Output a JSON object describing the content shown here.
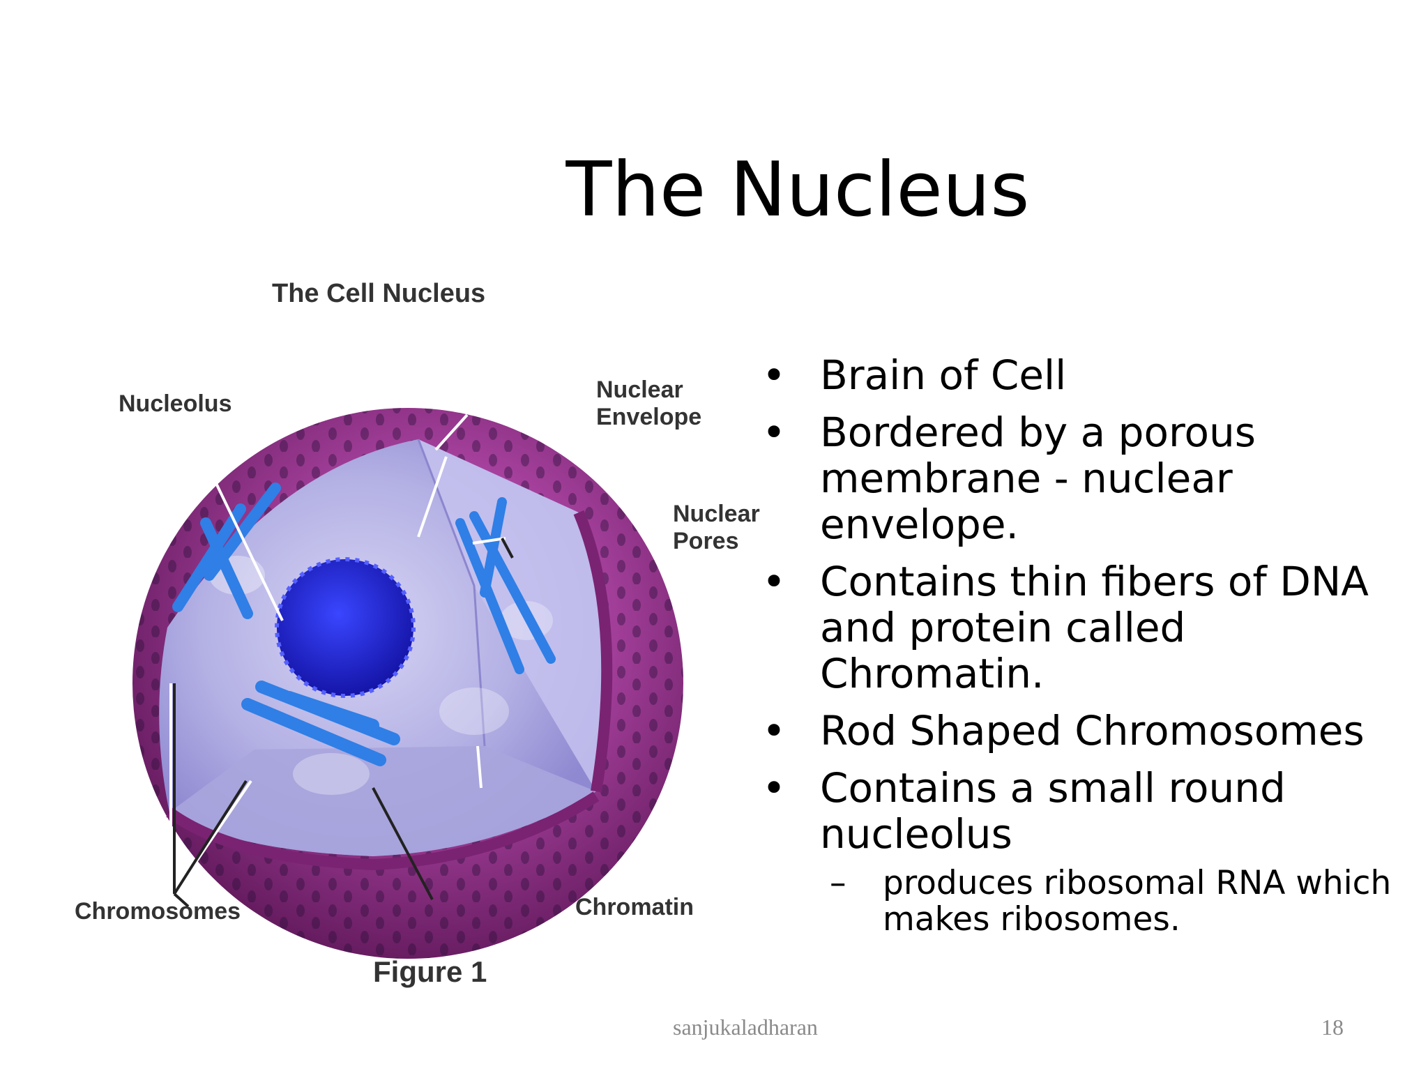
{
  "slide": {
    "title": "The Nucleus",
    "bullets": [
      {
        "text": "Brain of Cell"
      },
      {
        "text": "Bordered by a porous membrane - nuclear envelope."
      },
      {
        "text": "Contains thin fibers of DNA and protein called Chromatin."
      },
      {
        "text": "Rod Shaped Chromosomes"
      },
      {
        "text": "Contains a small round nucleolus"
      }
    ],
    "sub_bullets": [
      {
        "text": "produces ribosomal RNA which makes ribosomes."
      }
    ],
    "bullet_glyph": "•",
    "sub_bullet_glyph": "–"
  },
  "figure": {
    "title": "The Cell Nucleus",
    "caption": "Figure 1",
    "labels": {
      "nucleolus": "Nucleolus",
      "nuclear_envelope_line1": "Nuclear",
      "nuclear_envelope_line2": "Envelope",
      "nuclear_pores_line1": "Nuclear",
      "nuclear_pores_line2": "Pores",
      "chromosomes": "Chromosomes",
      "chromatin": "Chromatin"
    },
    "colors": {
      "envelope_outer": "#8e2f86",
      "envelope_inner": "#b04ba6",
      "interior": "#b8b6e6",
      "nucleolus": "#2a2ee0",
      "chromosome": "#3a8be8"
    }
  },
  "footer": {
    "author": "sanjukaladharan",
    "page_number": "18"
  }
}
